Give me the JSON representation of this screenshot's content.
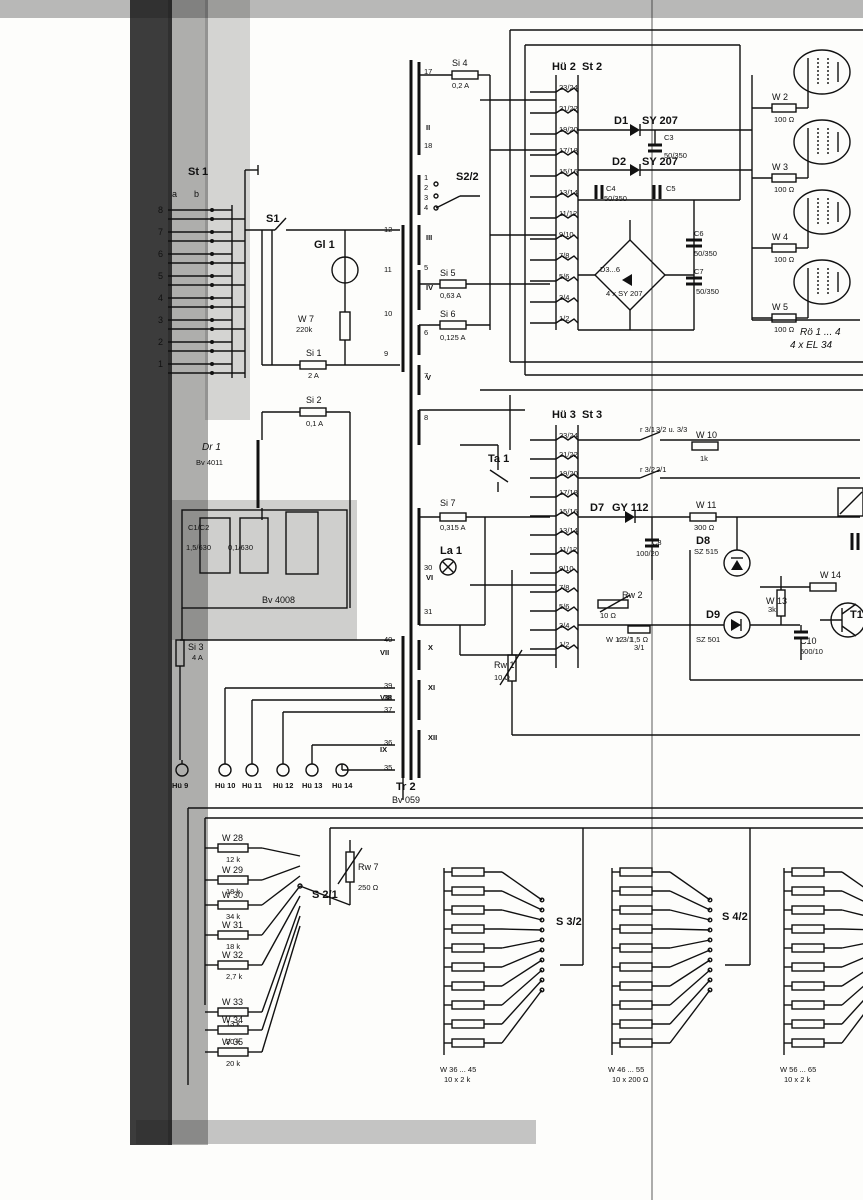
{
  "colors": {
    "ink": "#111111",
    "paper": "#fdfdfb",
    "stain": "#1a1a1a"
  },
  "connector_st1": {
    "label": "St 1",
    "col_a": "a",
    "col_b": "b",
    "pins": [
      "8",
      "7",
      "6",
      "5",
      "4",
      "3",
      "2",
      "1"
    ]
  },
  "switch_s1": "S1",
  "lamp_gl1": "Gl 1",
  "w7": {
    "name": "W 7",
    "value": "220k"
  },
  "fuses": {
    "si1": {
      "name": "Si 1",
      "value": "2 A"
    },
    "si2": {
      "name": "Si 2",
      "value": "0,1 A"
    },
    "si3": {
      "name": "Si 3",
      "value": "4 A"
    },
    "si4": {
      "name": "Si 4",
      "value": "0,2 A"
    },
    "si5": {
      "name": "Si 5",
      "value": "0,63 A"
    },
    "si6": {
      "name": "Si 6",
      "value": "0,125 A"
    },
    "si7": {
      "name": "Si 7",
      "value": "0,315 A"
    }
  },
  "choke": {
    "name": "Dr 1",
    "type": "Bv 4011"
  },
  "filter_block": {
    "c1": "C1/C2",
    "v1": "1,5/630",
    "v2": "0,1/630",
    "type": "Bv 4008"
  },
  "transformer": {
    "name": "Tr 2",
    "type": "Bv 059",
    "pins": [
      "12",
      "11",
      "10",
      "9",
      "17",
      "18",
      "1",
      "2",
      "3",
      "4",
      "5",
      "6",
      "7",
      "8",
      "30",
      "31",
      "40",
      "39",
      "38",
      "37",
      "36",
      "35"
    ],
    "windings": [
      "II",
      "III",
      "IV",
      "V",
      "VI",
      "VII",
      "VIII",
      "IX",
      "X",
      "XI",
      "XII"
    ]
  },
  "switch_s22": "S2/2",
  "connector_hu2": {
    "label": "Hü 2",
    "plug": "St 2",
    "pins": [
      "23/24",
      "21/22",
      "19/20",
      "17/18",
      "15/16",
      "13/14",
      "11/12",
      "9/10",
      "7/8",
      "5/6",
      "3/4",
      "1/2"
    ]
  },
  "connector_hu3": {
    "label": "Hü 3",
    "plug": "St 3",
    "pins": [
      "23/24",
      "21/22",
      "19/20",
      "17/18",
      "15/16",
      "13/14",
      "11/12",
      "9/10",
      "7/8",
      "5/6",
      "3/4",
      "1/2"
    ]
  },
  "diodes": {
    "d1": {
      "name": "D1",
      "type": "SY 207"
    },
    "d2": {
      "name": "D2",
      "type": "SY 207"
    },
    "d36": {
      "name": "D3...6",
      "type": "4 x SY 207"
    },
    "d7": {
      "name": "D7",
      "type": "GY 112"
    },
    "d8": {
      "name": "D8",
      "type": "SZ 515"
    },
    "d9": {
      "name": "D9",
      "type": "SZ 501"
    }
  },
  "capacitors": {
    "c3": {
      "name": "C3",
      "value": "50/350"
    },
    "c4": {
      "name": "C4",
      "value": "50/350"
    },
    "c5": {
      "name": "C5",
      "value": ""
    },
    "c6": {
      "name": "C6",
      "value": "50/350"
    },
    "c7": {
      "name": "C7",
      "value": "50/350"
    },
    "c8": {
      "name": "C8",
      "value": "100/20"
    },
    "c10": {
      "name": "C10",
      "value": "500/10"
    }
  },
  "tubes": {
    "name": "Rö 1 ... 4",
    "type": "4 x EL 34"
  },
  "grid_resistors": [
    {
      "name": "W 2",
      "value": "100 Ω"
    },
    {
      "name": "W 3",
      "value": "100 Ω"
    },
    {
      "name": "W 4",
      "value": "100 Ω"
    },
    {
      "name": "W 5",
      "value": "100 Ω"
    }
  ],
  "relay_contacts": {
    "r31": "r 3/1",
    "r31_note": "3/2 u. 3/3",
    "r32": "r 3/2",
    "r32_note": "2/1",
    "r31b": "r 3/1",
    "r31b_note": "3/1"
  },
  "w10": {
    "name": "W 10",
    "value": "1k"
  },
  "w11": {
    "name": "W 11",
    "value": "300 Ω"
  },
  "w12": {
    "name": "W 12",
    "value": "1,5 Ω"
  },
  "w13": {
    "name": "W 13",
    "value": "3k"
  },
  "w14": {
    "name": "W 14",
    "value": ""
  },
  "rw1": {
    "name": "Rw 1",
    "value": "10 Ω"
  },
  "rw2": {
    "name": "Rw 2",
    "value": "10 Ω"
  },
  "rw7": {
    "name": "Rw 7",
    "value": "250 Ω"
  },
  "key_ta1": "Ta 1",
  "lamp_la1": "La 1",
  "transistor": "T1",
  "outputs": [
    "Hü 9",
    "Hü 10",
    "Hü 11",
    "Hü 12",
    "Hü 13",
    "Hü 14"
  ],
  "ladder_left": [
    {
      "name": "W 28",
      "value": "12 k"
    },
    {
      "name": "W 29",
      "value": "18 k"
    },
    {
      "name": "W 30",
      "value": "34 k"
    },
    {
      "name": "W 31",
      "value": "18 k"
    },
    {
      "name": "W 32",
      "value": "2,7 k"
    },
    {
      "name": "W 33",
      "value": "13 k"
    },
    {
      "name": "W 34",
      "value": "20 k"
    },
    {
      "name": "W 35",
      "value": "20 k"
    }
  ],
  "switch_s21": "S 2/1",
  "switch_s32": "S 3/2",
  "switch_s42": "S 4/2",
  "banks": [
    {
      "name": "W 36 ... 45",
      "value": "10 x 2 k"
    },
    {
      "name": "W 46 ... 55",
      "value": "10 x 200 Ω"
    },
    {
      "name": "W 56 ... 65",
      "value": "10 x 2 k"
    }
  ]
}
